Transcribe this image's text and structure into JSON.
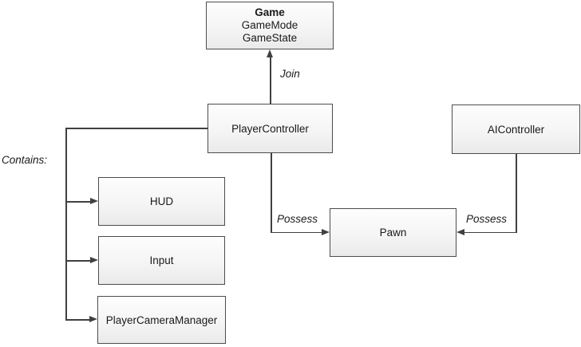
{
  "diagram": {
    "boxes": {
      "game": {
        "title": "Game",
        "subtitle1": "GameMode",
        "subtitle2": "GameState"
      },
      "player_controller": {
        "label": "PlayerController"
      },
      "ai_controller": {
        "label": "AIController"
      },
      "pawn": {
        "label": "Pawn"
      },
      "hud": {
        "label": "HUD"
      },
      "input": {
        "label": "Input"
      },
      "player_camera_manager": {
        "label": "PlayerCameraManager"
      }
    },
    "connectors": {
      "join": {
        "label": "Join"
      },
      "possess_left": {
        "label": "Possess"
      },
      "possess_right": {
        "label": "Possess"
      },
      "contains": {
        "label": "Contains:"
      }
    },
    "colors": {
      "background": "#ffffff",
      "box_border": "#4d4d4d",
      "box_fill_top": "#fdfdfd",
      "box_fill_bottom": "#eaeaea",
      "line": "#404040",
      "text": "#1a1a1a"
    }
  }
}
